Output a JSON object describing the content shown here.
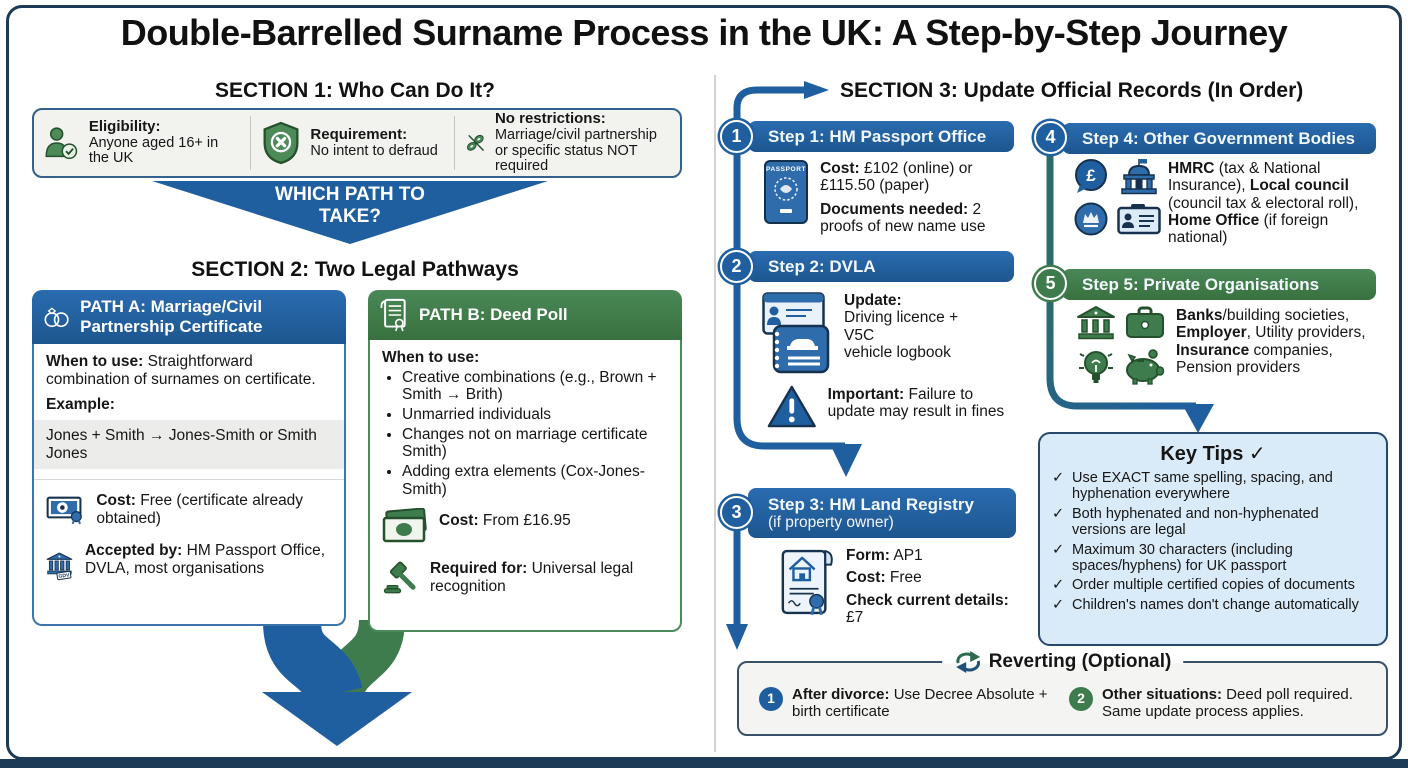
{
  "title": "Double-Barrelled Surname Process in the UK: A Step-by-Step Journey",
  "colors": {
    "blue": "#1f5fa0",
    "green": "#3e7c4e",
    "teal": "#2d6b66",
    "navy_border": "#1d3a57",
    "key_tips_bg": "#d9eaf8",
    "panel_bg": "#f2f2ef"
  },
  "section1": {
    "heading": "SECTION 1: Who Can Do It?",
    "items": [
      {
        "icon": "person-check-icon",
        "label": "Eligibility:",
        "text": "Anyone aged 16+ in the UK"
      },
      {
        "icon": "shield-x-icon",
        "label": "Requirement:",
        "text": "No intent to defraud"
      },
      {
        "icon": "broken-chain-icon",
        "label": "No restrictions:",
        "text": "Marriage/civil partnership or specific status NOT required"
      }
    ]
  },
  "banner": {
    "line1": "WHICH PATH TO",
    "line2": "TAKE?"
  },
  "section2": {
    "heading": "SECTION 2: Two Legal Pathways",
    "path_a": {
      "title": "PATH A: Marriage/Civil Partnership Certificate",
      "when_label": "When to use:",
      "when_text": " Straightforward combination of surnames on certificate.",
      "example_label": "Example:",
      "example_text": "Jones + Smith → Jones-Smith or Smith Jones",
      "cost_label": "Cost:",
      "cost_text": " Free (certificate already obtained)",
      "accepted_label": "Accepted by:",
      "accepted_text": " HM Passport Office, DVLA, most organisations",
      "bank_tag": "GDV"
    },
    "path_b": {
      "title": "PATH B: Deed Poll",
      "when_label": "When to use:",
      "bullets": [
        "Creative combinations (e.g., Brown + Smith → Brith)",
        "Unmarried individuals",
        "Changes not on marriage certificate Smith)",
        "Adding extra elements (Cox-Jones-Smith)"
      ],
      "cost_label": "Cost:",
      "cost_text": " From £16.95",
      "required_label": "Required for:",
      "required_text": " Universal legal recognition"
    }
  },
  "section3": {
    "heading": "SECTION 3: Update Official Records (In Order)",
    "step1": {
      "num": "1",
      "title": "Step 1: HM Passport Office",
      "passport_label": "PASSPORT",
      "cost_label": "Cost:",
      "cost_text": " £102 (online) or £115.50 (paper)",
      "docs_label": "Documents needed:",
      "docs_text": " 2 proofs of new name use"
    },
    "step2": {
      "num": "2",
      "title": "Step 2: DVLA",
      "update_label": "Update:",
      "update_lines": [
        "Driving licence +",
        "V5C",
        "vehicle logbook"
      ],
      "important_label": "Important:",
      "important_text": " Failure to update may result in fines"
    },
    "step3": {
      "num": "3",
      "title": "Step 3: HM Land Registry",
      "subtitle": "(if property owner)",
      "form_label": "Form:",
      "form_text": " AP1",
      "cost_label": "Cost:",
      "cost_text": " Free",
      "check_label": "Check current details:",
      "check_text": " £7"
    },
    "step4": {
      "num": "4",
      "title": "Step 4: Other Government Bodies",
      "pound": "£",
      "segs": [
        "HMRC",
        " (tax & National Insurance), ",
        "Local council",
        " (council tax & electoral roll), ",
        "Home Office",
        " (if foreign national)"
      ]
    },
    "step5": {
      "num": "5",
      "title": "Step 5: Private Organisations",
      "segs": [
        "Banks",
        "/building societies, ",
        "Employer",
        ", Utility providers, ",
        "Insurance",
        " companies, ",
        "Pension providers"
      ]
    }
  },
  "key_tips": {
    "title": "Key Tips ✓",
    "tick": "✓",
    "items": [
      "Use EXACT same spelling, spacing, and hyphenation everywhere",
      "Both hyphenated and non-hyphenated versions are legal",
      "Maximum 30 characters (including spaces/hyphens) for UK passport",
      "Order multiple certified copies of documents",
      "Children's names don't change automatically"
    ]
  },
  "reverting": {
    "title": "Reverting (Optional)",
    "item1": {
      "num": "1",
      "label": "After divorce:",
      "text": " Use Decree Absolute + birth certificate"
    },
    "item2": {
      "num": "2",
      "label": "Other situations:",
      "text": " Deed poll required. Same update process applies."
    }
  }
}
